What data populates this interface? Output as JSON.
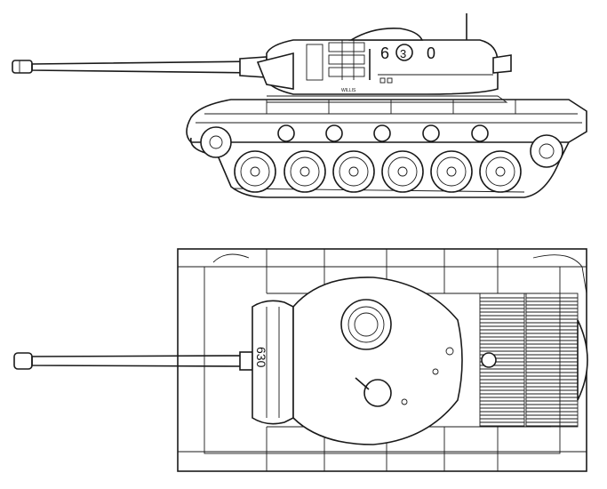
{
  "drawing": {
    "views": [
      "side",
      "top"
    ],
    "colors": {
      "line": "#1a1a1a",
      "background": "#ffffff"
    }
  },
  "markings": {
    "side_digit_1": "6",
    "side_digit_2": "3",
    "side_digit_3": "0",
    "side_name": "WILLIS",
    "top_number": "630"
  }
}
